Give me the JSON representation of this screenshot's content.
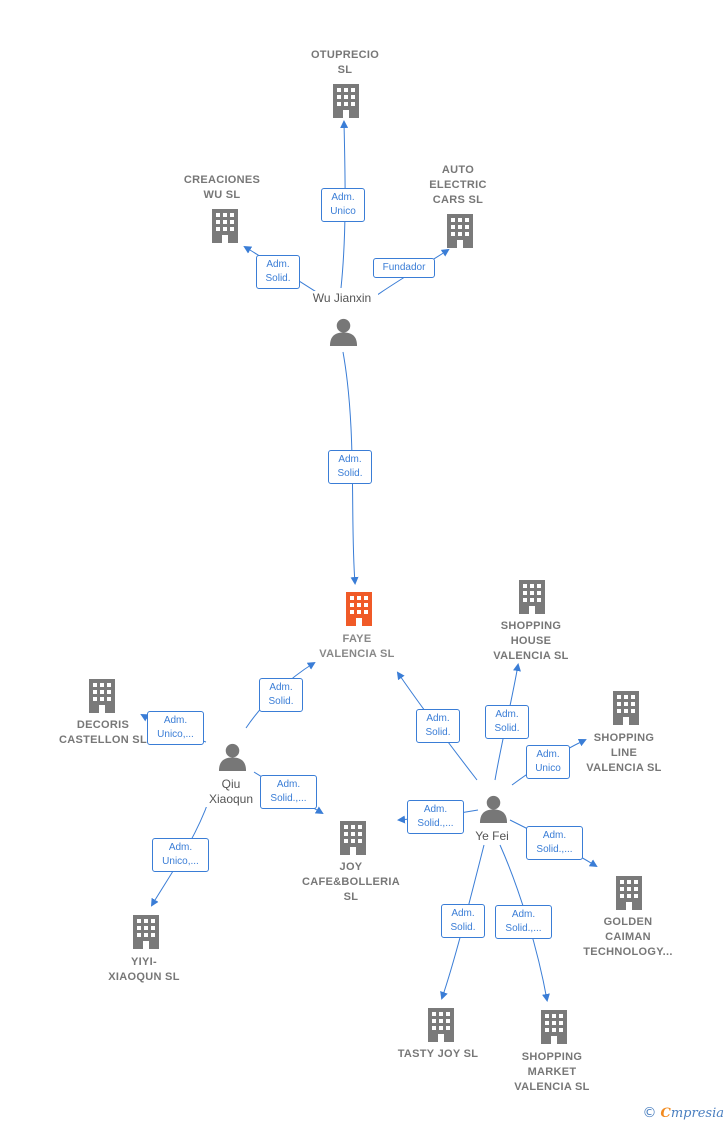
{
  "colors": {
    "edge": "#3a7dd6",
    "building": "#7a7a7a",
    "building_main": "#f05a28",
    "person": "#777777"
  },
  "companies": {
    "otuprecio": "OTUPRECIO\nSL",
    "creaciones": "CREACIONES\nWU  SL",
    "auto": "AUTO\nELECTRIC\nCARS  SL",
    "faye": "FAYE\nVALENCIA  SL",
    "shopping_house": "SHOPPING\nHOUSE\nVALENCIA  SL",
    "decoris": "DECORIS\nCASTELLON SL",
    "shopping_line": "SHOPPING\nLINE\nVALENCIA  SL",
    "joy": "JOY\nCAFE&BOLLERIA\nSL",
    "golden": "GOLDEN\nCAIMAN\nTECHNOLOGY...",
    "yiyi": "YIYI-\nXIAOQUN  SL",
    "tasty": "TASTY JOY  SL",
    "shopping_market": "SHOPPING\nMARKET\nVALENCIA  SL"
  },
  "people": {
    "wu": "Wu Jianxin",
    "qiu": "Qiu\nXiaoqun",
    "ye": "Ye Fei"
  },
  "edge_labels": {
    "wu_otuprecio": "Adm.\nUnico",
    "wu_creaciones": "Adm.\nSolid.",
    "wu_auto": "Fundador",
    "wu_faye": "Adm.\nSolid.",
    "qiu_faye": "Adm.\nSolid.",
    "qiu_decoris": "Adm.\nUnico,...",
    "qiu_joy": "Adm.\nSolid.,...",
    "qiu_yiyi": "Adm.\nUnico,...",
    "ye_faye": "Adm.\nSolid.",
    "ye_shopping_house": "Adm.\nSolid.",
    "ye_shopping_line": "Adm.\nUnico",
    "ye_joy": "Adm.\nSolid.,...",
    "ye_golden": "Adm.\nSolid.,...",
    "ye_tasty": "Adm.\nSolid.",
    "ye_shopping_market": "Adm.\nSolid.,..."
  },
  "brand": {
    "copyright": "©",
    "e": "C",
    "rest": "mpresia"
  }
}
